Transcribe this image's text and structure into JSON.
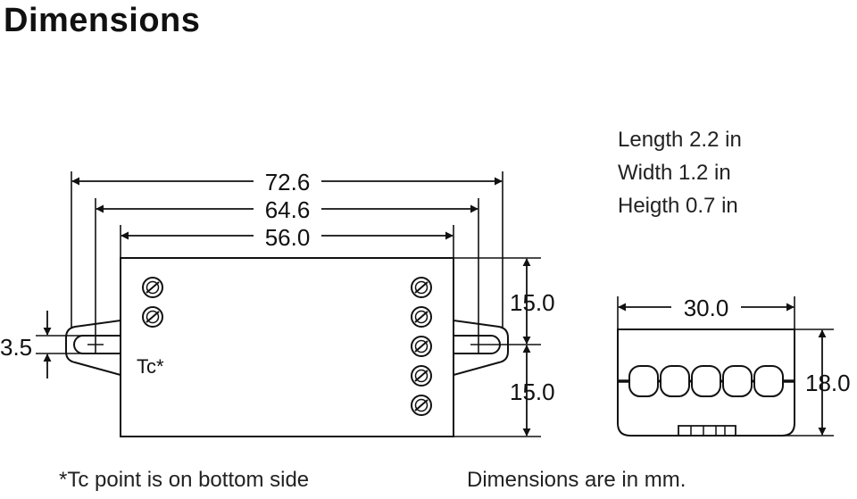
{
  "title": "Dimensions",
  "specs": {
    "length": "Length 2.2 in",
    "width": "Width 1.2 in",
    "height": "Heigth 0.7 in"
  },
  "top_view": {
    "overall_length": "72.6",
    "mount_hole_spacing": "64.6",
    "body_length": "56.0",
    "upper_half_height": "15.0",
    "lower_half_height": "15.0",
    "slot_width": "3.5",
    "tc_label": "Tc*",
    "left_screw_count": 2,
    "right_screw_count": 5
  },
  "side_view": {
    "width": "30.0",
    "height": "18.0",
    "terminal_count": 5
  },
  "notes": {
    "tc_note": "*Tc point is on bottom side",
    "units_note": "Dimensions are in mm."
  }
}
